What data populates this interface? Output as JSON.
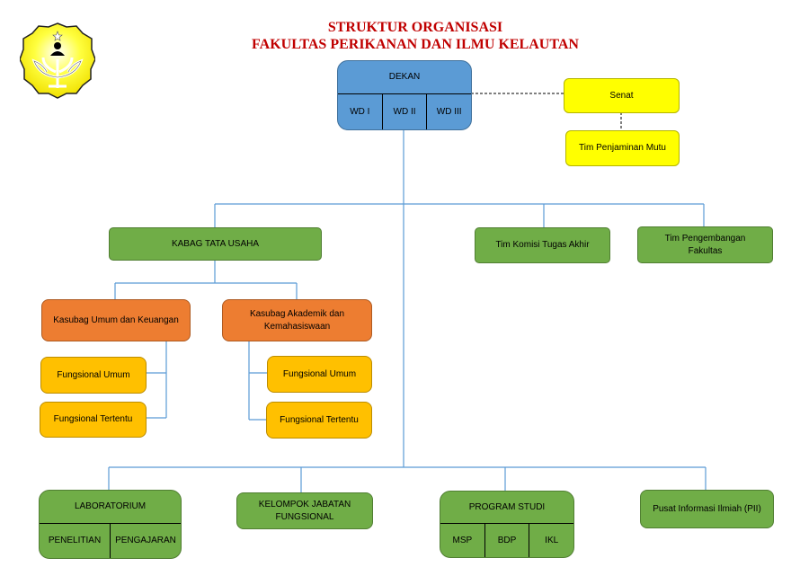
{
  "title": {
    "line1": "STRUKTUR ORGANISASI",
    "line2": "FAKULTAS PERIKANAN DAN ILMU KELAUTAN"
  },
  "dekan": {
    "label": "DEKAN",
    "wd": [
      "WD I",
      "WD II",
      "WD III"
    ]
  },
  "senat": "Senat",
  "tim_penjaminan_mutu": "Tim Penjaminan Mutu",
  "kabag": "KABAG TATA USAHA",
  "tim_komisi": "Tim Komisi Tugas Akhir",
  "tim_pengembangan": "Tim Pengembangan Fakultas",
  "kasubag_umum": "Kasubag Umum dan Keuangan",
  "kasubag_akademik": "Kasubag Akademik dan Kemahasiswaan",
  "fungsional_umum": "Fungsional Umum",
  "fungsional_tertentu": "Fungsional Tertentu",
  "laboratorium": {
    "label": "LABORATORIUM",
    "sub": [
      "PENELITIAN",
      "PENGAJARAN"
    ]
  },
  "kelompok_jabatan": "KELOMPOK JABATAN FUNGSIONAL",
  "program_studi": {
    "label": "PROGRAM STUDI",
    "sub": [
      "MSP",
      "BDP",
      "IKL"
    ]
  },
  "pii": "Pusat Informasi Ilmiah (PII)"
}
